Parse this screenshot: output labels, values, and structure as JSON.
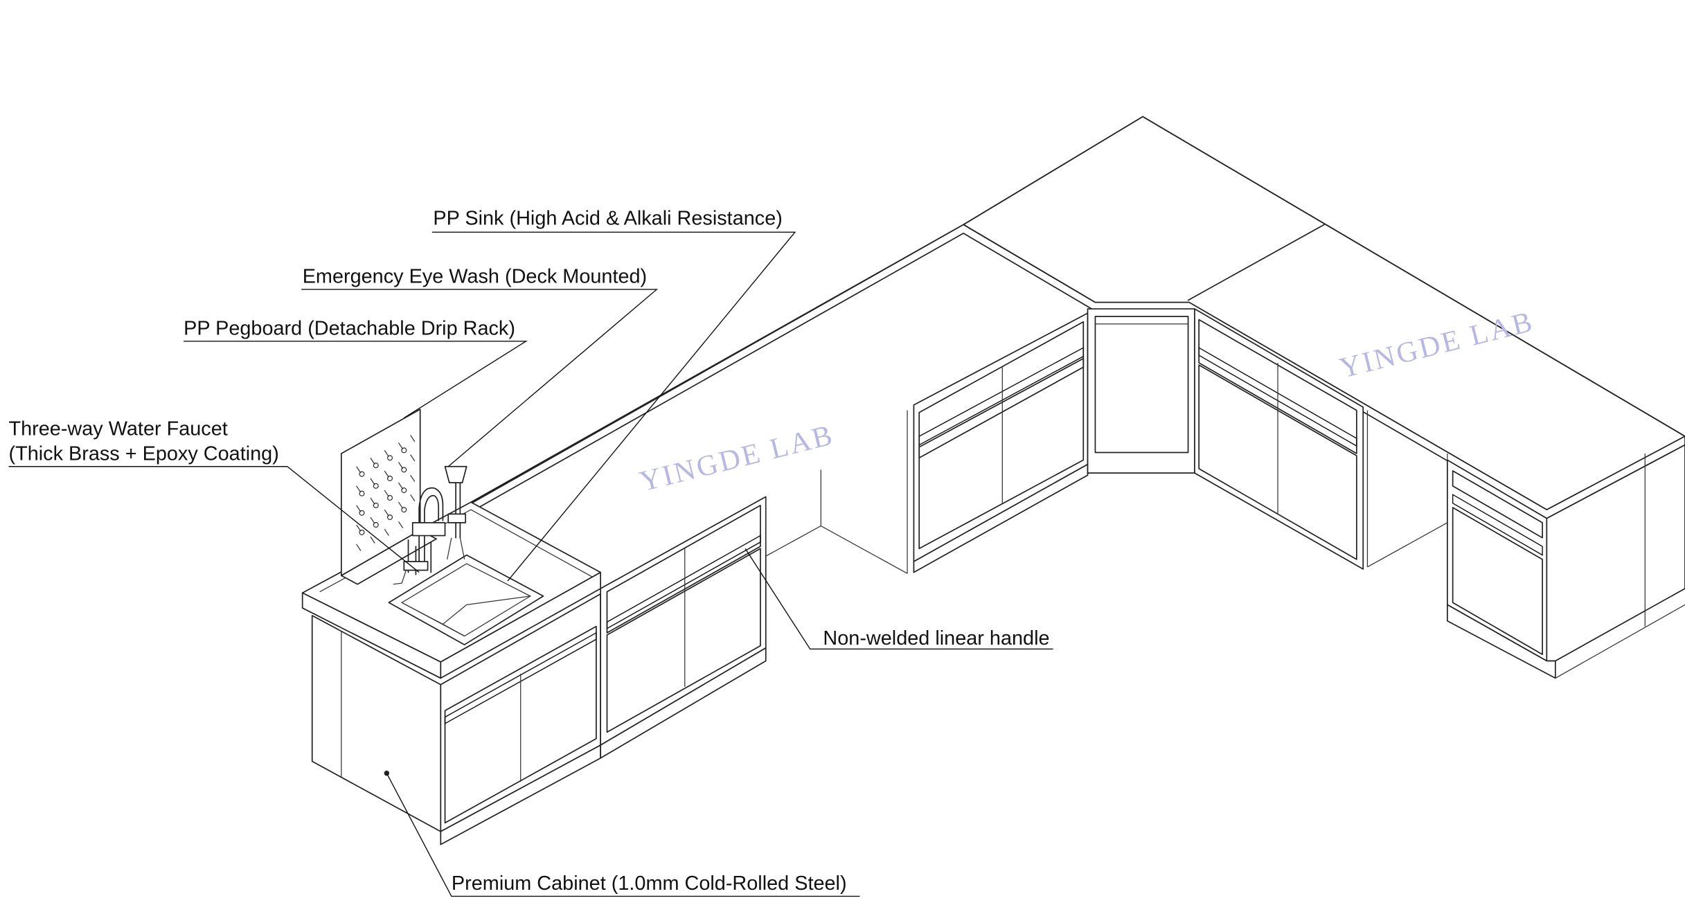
{
  "watermark": {
    "text": "YINGDE LAB",
    "color": "#b7b7e4"
  },
  "callouts": {
    "sink": "PP Sink (High Acid & Alkali Resistance)",
    "eye_wash": "Emergency Eye Wash (Deck Mounted)",
    "pegboard": "PP Pegboard (Detachable Drip Rack)",
    "faucet_line1": "Three-way Water Faucet",
    "faucet_line2": "(Thick Brass + Epoxy Coating)",
    "handle": "Non-welded linear handle",
    "cabinet": "Premium Cabinet (1.0mm Cold-Rolled Steel)"
  },
  "colors": {
    "line": "#222222",
    "background": "#ffffff"
  }
}
